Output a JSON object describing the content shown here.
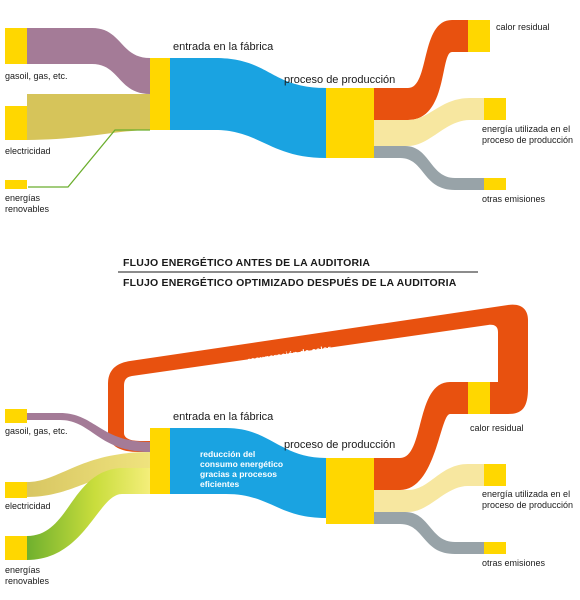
{
  "headers": {
    "before": "FLUJO ENERGÉTICO ANTES DE  LA  AUDITORIA",
    "after": "FLUJO ENERGÉTICO OPTIMIZADO DESPUÉS DE  LA  AUDITORIA"
  },
  "top": {
    "input_gas": "gasoil, gas, etc.",
    "input_elec": "electricidad",
    "input_renew_line1": "energías",
    "input_renew_line2": "renovables",
    "factory_entry": "entrada en la fábrica",
    "production": "proceso de producción",
    "out_heat": "calor residual",
    "out_used_line1": "energía utilizada en el",
    "out_used_line2": "proceso de producción",
    "out_emissions": "otras emisiones"
  },
  "bottom": {
    "input_gas": "gasoil, gas, etc.",
    "input_elec": "electricidad",
    "input_renew_line1": "energías",
    "input_renew_line2": "renovables",
    "factory_entry": "entrada en la fábrica",
    "production": "proceso de producción",
    "heat_recovery": "recuperación de calor",
    "reduction_line1": "reducción del",
    "reduction_line2": "consumo energético",
    "reduction_line3": "gracias a procesos",
    "reduction_line4": "eficientes",
    "out_heat": "calor residual",
    "out_used_line1": "energía utilizada en el",
    "out_used_line2": "proceso de producción",
    "out_emissions": "otras emisiones"
  },
  "colors": {
    "yellow": "#FFD700",
    "purple": "#A47B97",
    "olive": "#D6C45A",
    "green": "#7DBA3B",
    "blue": "#1AA3E1",
    "orange": "#E8510F",
    "cream": "#F7E7A0",
    "gray": "#98A3A8"
  }
}
